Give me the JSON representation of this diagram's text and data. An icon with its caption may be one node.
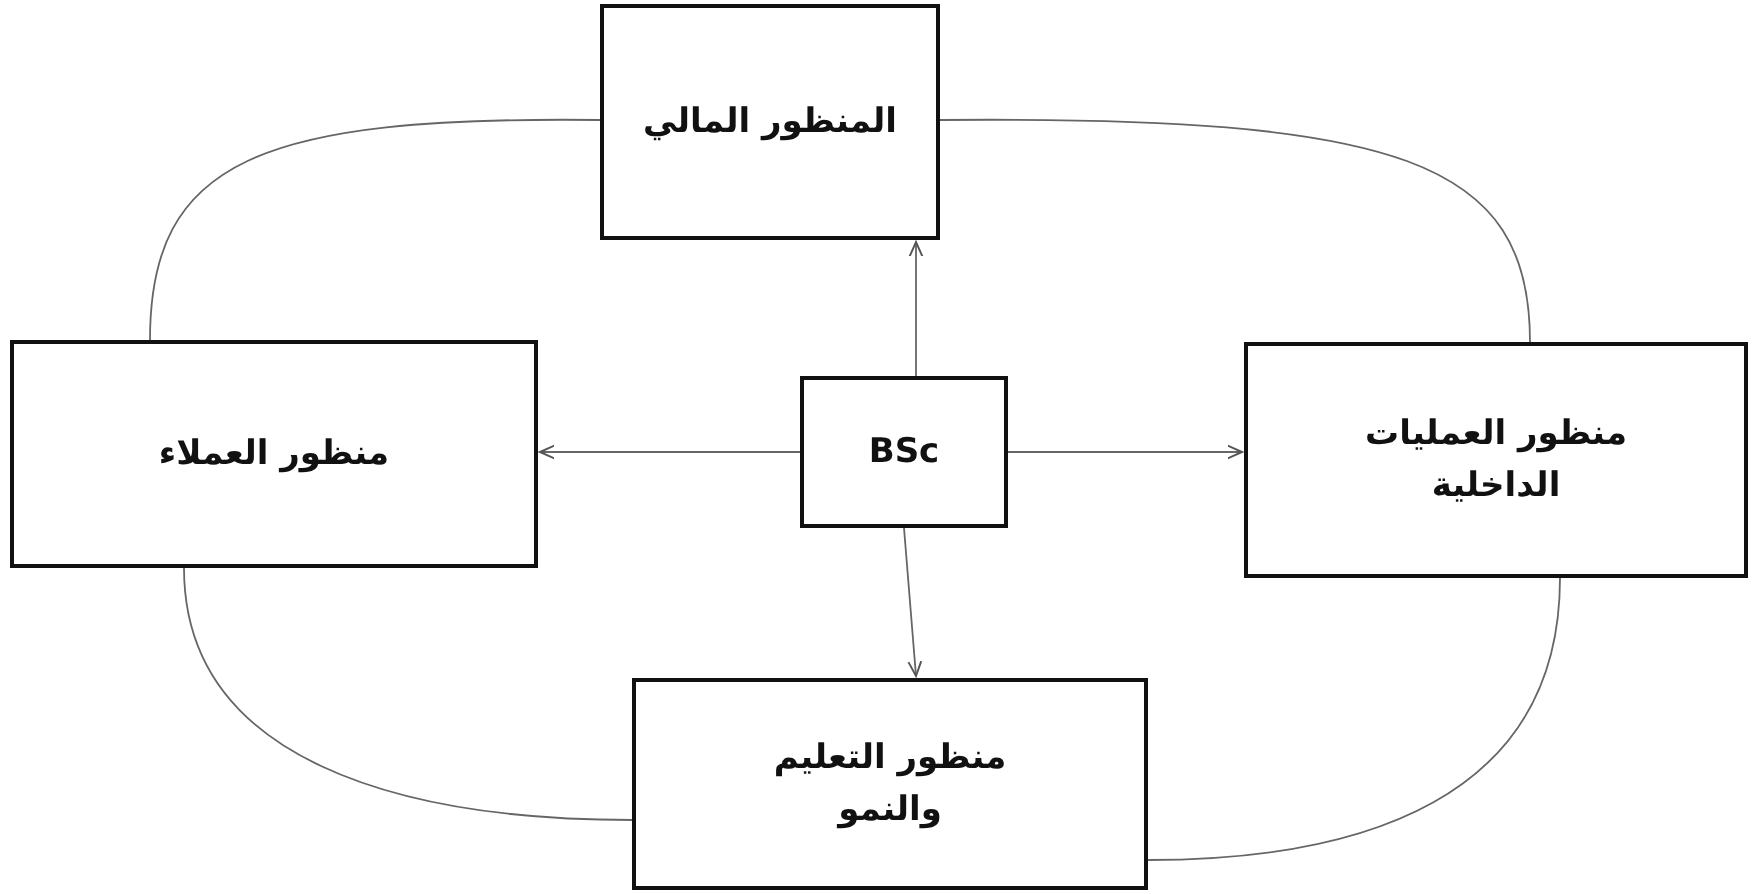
{
  "diagram": {
    "nodes": [
      {
        "text": [
          "المنظور المالي"
        ]
      },
      {
        "text": [
          "منظور العملاء"
        ]
      },
      {
        "text": [
          "BSc"
        ]
      },
      {
        "text": [
          "منظور العمليات الداخلية"
        ]
      },
      {
        "text": [
          "منظور التعليم والنمو"
        ]
      }
    ],
    "edges": [
      {
        "from": 2,
        "to": 0,
        "arrow": "to"
      },
      {
        "from": 2,
        "to": 1,
        "arrow": "to"
      },
      {
        "from": 2,
        "to": 3,
        "arrow": "to"
      },
      {
        "from": 2,
        "to": 4,
        "arrow": "to"
      },
      {
        "from": 0,
        "to": 1,
        "arrow": "none"
      },
      {
        "from": 0,
        "to": 3,
        "arrow": "none"
      },
      {
        "from": 1,
        "to": 4,
        "arrow": "none"
      },
      {
        "from": 3,
        "to": 4,
        "arrow": "none"
      }
    ]
  }
}
